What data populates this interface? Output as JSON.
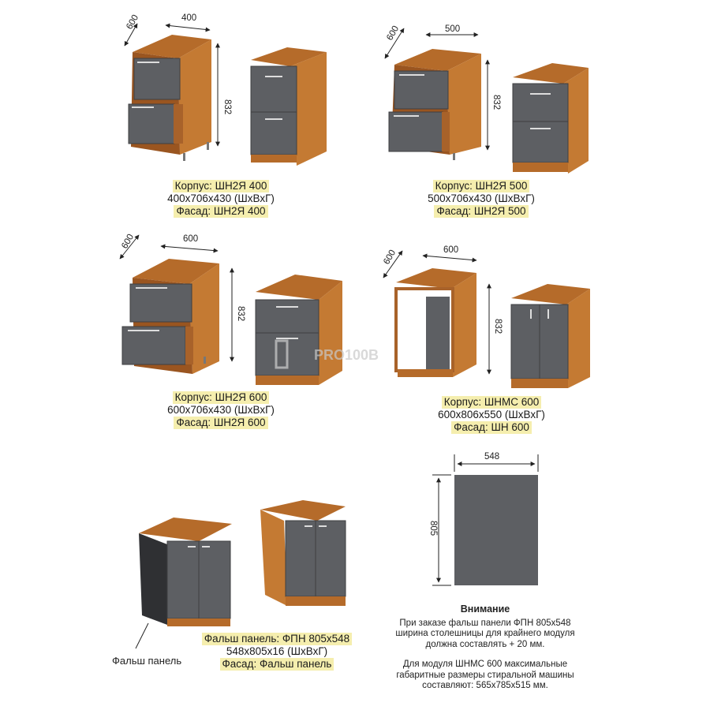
{
  "colors": {
    "wood_top": "#b56b2a",
    "wood_side": "#c47a33",
    "wood_dark": "#8e4f1c",
    "facade": "#5d5f63",
    "facade_dark": "#4a4b4e",
    "highlight": "#f5eeae"
  },
  "items": [
    {
      "dims": {
        "depth": "600",
        "width": "400",
        "height": "832"
      },
      "caption": {
        "line1": "Корпус: ШН2Я 400",
        "line2": "400х706х430 (ШхВхГ)",
        "line3": "Фасад: ШН2Я 400"
      }
    },
    {
      "dims": {
        "depth": "600",
        "width": "500",
        "height": "832"
      },
      "caption": {
        "line1": "Корпус: ШН2Я 500",
        "line2": "500х706х430 (ШхВхГ)",
        "line3": "Фасад: ШН2Я 500"
      }
    },
    {
      "dims": {
        "depth": "600",
        "width": "600",
        "height": "832"
      },
      "caption": {
        "line1": "Корпус: ШН2Я 600",
        "line2": "600х706х430 (ШхВхГ)",
        "line3": "Фасад: ШН2Я 600"
      }
    },
    {
      "dims": {
        "depth": "600",
        "width": "600",
        "height": "832"
      },
      "caption": {
        "line1": "Корпус: ШНМС 600",
        "line2": "600х806х550 (ШхВхГ)",
        "line3": "Фасад: ШН 600"
      }
    },
    {
      "caption": {
        "line1": "Фальш панель: ФПН 805х548",
        "line2": "548х805х16 (ШхВхГ)",
        "line3": "Фасад: Фальш панель"
      },
      "pointer_label": "Фальш панель"
    }
  ],
  "panel": {
    "width": "548",
    "height": "805"
  },
  "watermark": "PRO100В",
  "notice": {
    "title": "Внимание",
    "p1": [
      "При заказе фальш панели ФПН 805х548",
      "ширина столешницы для крайнего модуля",
      "должна составлять + 20 мм."
    ],
    "p2": [
      "Для модуля ШНМС 600 максимальные",
      "габаритные размеры стиральной машины",
      "составляют: 565х785х515 мм."
    ]
  }
}
